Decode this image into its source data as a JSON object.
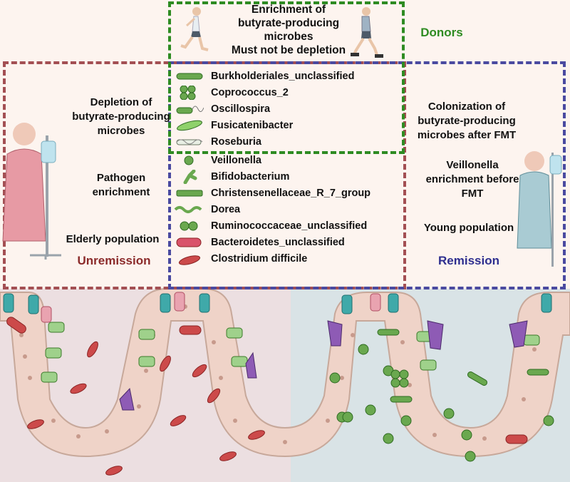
{
  "donors": {
    "title": "Donors",
    "line1": "Enrichment of",
    "line2": "butyrate-producing",
    "line3": "microbes",
    "line4": "Must not be depletion"
  },
  "unremission": {
    "title": "Unremission",
    "depletion1": "Depletion of",
    "depletion2": "butyrate-producing",
    "depletion3": "microbes",
    "pathogen1": "Pathogen",
    "pathogen2": "enrichment",
    "elderly": "Elderly population"
  },
  "remission": {
    "title": "Remission",
    "colonization1": "Colonization of",
    "colonization2": "butyrate-producing",
    "colonization3": "microbes after FMT",
    "veillonella1": "Veillonella",
    "veillonella2": "enrichment before",
    "veillonella3": "FMT",
    "young": "Young population"
  },
  "legend_top": [
    {
      "label": "Burkholderiales_unclassified",
      "icon": "rod-green"
    },
    {
      "label": "Coprococcus_2",
      "icon": "tetrad-green"
    },
    {
      "label": "Oscillospira",
      "icon": "flagellated-rod"
    },
    {
      "label": "Fusicatenibacter",
      "icon": "spindle-green"
    },
    {
      "label": "Roseburia",
      "icon": "chain-rod"
    }
  ],
  "legend_bottom": [
    {
      "label": "Veillonella",
      "icon": "coccus-green"
    },
    {
      "label": "Bifidobacterium",
      "icon": "branched-rod"
    },
    {
      "label": "Christensenellaceae_R_7_group",
      "icon": "long-rod-green"
    },
    {
      "label": "Dorea",
      "icon": "wavy-chain"
    },
    {
      "label": "Ruminococcaceae_unclassified",
      "icon": "diplococcus-green"
    },
    {
      "label": "Bacteroidetes_unclassified",
      "icon": "rod-red"
    },
    {
      "label": "Clostridium difficile",
      "icon": "spore-red"
    }
  ],
  "colors": {
    "donors": "#2e8b22",
    "unremission": "#8b2a2a",
    "remission": "#2e2e8f",
    "left_lumen": "#ecdfe1",
    "right_lumen": "#d9e3e6",
    "tissue": "#efd3c8",
    "bacteria_green": "#6aa84f",
    "bacteria_red": "#cc4a4a"
  }
}
